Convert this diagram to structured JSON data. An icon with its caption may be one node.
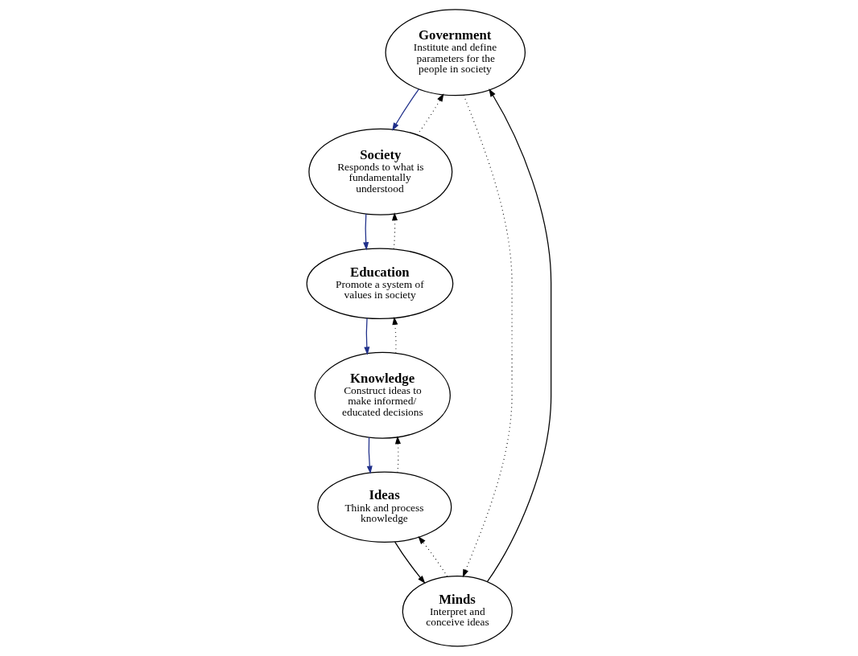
{
  "diagram": {
    "nodes": [
      {
        "text": [
          "Government",
          "Institute and define parameters for the people in society"
        ]
      },
      {
        "text": [
          "Society",
          "Responds to what is fundamentally understood"
        ]
      },
      {
        "text": [
          "Minds",
          "Interpret and conceive ideas"
        ]
      },
      {
        "text": [
          "Education",
          "Promote a system of values in society"
        ]
      },
      {
        "text": [
          "Knowledge",
          "Construct ideas to make informed/ educated decisions"
        ]
      },
      {
        "text": [
          "Ideas",
          "Think and process knowledge"
        ]
      }
    ],
    "edges": [
      {
        "from": 0,
        "to": 1,
        "arrow": "to",
        "color": "#1f2f8a"
      },
      {
        "from": 1,
        "to": 0,
        "arrow": "to",
        "style": "dashed"
      },
      {
        "from": 0,
        "to": 2,
        "arrow": "to",
        "style": "dashed"
      },
      {
        "from": 2,
        "to": 0,
        "arrow": "to"
      },
      {
        "from": 1,
        "to": 3,
        "arrow": "to",
        "color": "#1f2f8a"
      },
      {
        "from": 3,
        "to": 1,
        "arrow": "to",
        "style": "dashed"
      },
      {
        "from": 4,
        "to": 3,
        "arrow": "to",
        "style": "dashed"
      },
      {
        "from": 3,
        "to": 4,
        "arrow": "to",
        "color": "#1f2f8a"
      },
      {
        "from": 2,
        "to": 5,
        "arrow": "to",
        "style": "dashed"
      },
      {
        "from": 5,
        "to": 2,
        "arrow": "to"
      },
      {
        "from": 4,
        "to": 5,
        "arrow": "to",
        "color": "#1f2f8a"
      },
      {
        "from": 5,
        "to": 4,
        "arrow": "to",
        "style": "dashed"
      }
    ]
  }
}
